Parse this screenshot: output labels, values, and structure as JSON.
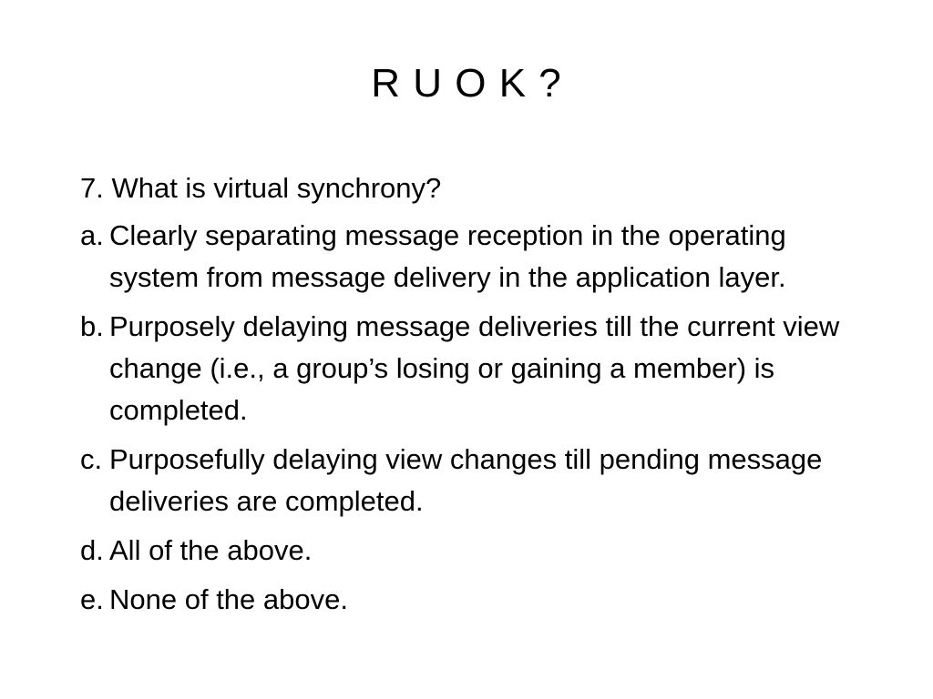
{
  "slide": {
    "title": "R U O K ?",
    "question": "7. What is virtual synchrony?",
    "options": [
      {
        "letter": "a.",
        "text": "Clearly separating message reception in the operating system from message delivery in the application layer."
      },
      {
        "letter": "b.",
        "text": "Purposely delaying message deliveries till the current view change (i.e., a group’s losing or gaining a member) is completed."
      },
      {
        "letter": "c.",
        "text": "Purposefully delaying view changes till pending message deliveries are completed."
      },
      {
        "letter": "d.",
        "text": "All of the above."
      },
      {
        "letter": "e.",
        "text": "None of the above."
      }
    ]
  }
}
